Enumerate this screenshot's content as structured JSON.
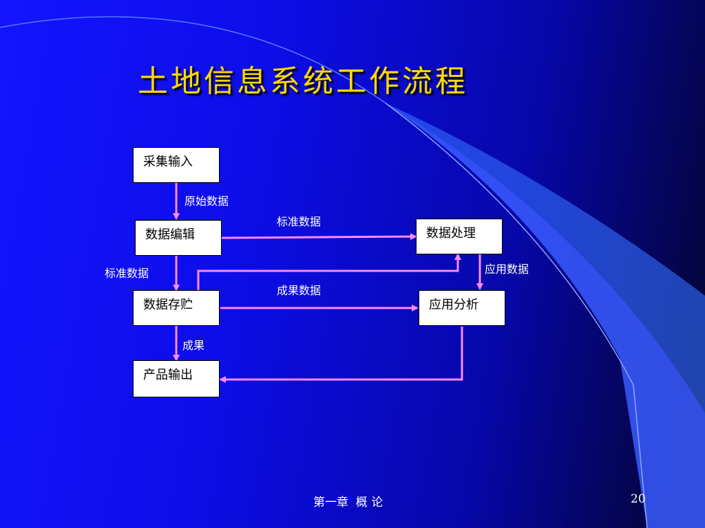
{
  "title": "土地信息系统工作流程",
  "boxes": {
    "collect": "采集输入",
    "edit": "数据编辑",
    "process": "数据处理",
    "store": "数据存贮",
    "analysis": "应用分析",
    "output": "产品输出"
  },
  "flow_labels": {
    "raw_data": "原始数据",
    "standard_data_top": "标准数据",
    "standard_data_left": "标准数据",
    "application_data": "应用数据",
    "result_data": "成果数据",
    "result": "成果"
  },
  "footer": {
    "chapter": "第一章  概 论",
    "page_number": "20"
  },
  "colors": {
    "title": "#ffd900",
    "arrow": "#ff88ff",
    "box_bg": "#ffffff"
  }
}
